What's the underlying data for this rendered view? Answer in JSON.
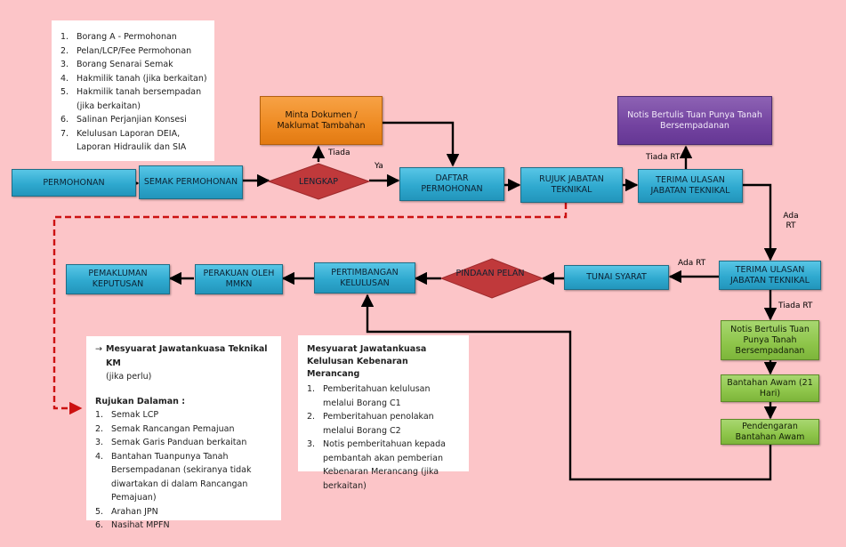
{
  "checklist": [
    "Borang A - Permohonan",
    "Pelan/LCP/Fee Permohonan",
    "Borang Senarai Semak",
    "Hakmilik tanah (jika berkaitan)",
    "Hakmilik tanah bersempadan (jika berkaitan)",
    "Salinan Perjanjian Konsesi",
    "Kelulusan Laporan DEIA, Laporan Hidraulik dan SIA"
  ],
  "nodes": {
    "permohonan": "PERMOHONAN",
    "semak": "SEMAK PERMOHONAN",
    "lengkap": "LENGKAP",
    "minta": "Minta Dokumen / Maklumat Tambahan",
    "daftar": "DAFTAR PERMOHONAN",
    "rujuk": "RUJUK JABATAN TEKNIKAL",
    "terima1": "TERIMA ULASAN JABATAN TEKNIKAL",
    "notis_top": "Notis Bertulis Tuan Punya Tanah Bersempadanan",
    "terima2": "TERIMA ULASAN JABATAN TEKNIKAL",
    "tunai": "TUNAI SYARAT",
    "pindaan": "PINDAAN PELAN",
    "pertimbangan": "PERTIMBANGAN KELULUSAN",
    "perakuan": "PERAKUAN OLEH MMKN",
    "pemakluman": "PEMAKLUMAN KEPUTUSAN",
    "notis_green": "Notis Bertulis Tuan Punya Tanah Bersempadanan",
    "bantahan": "Bantahan Awam (21 Hari)",
    "pendengaran": "Pendengaran Bantahan Awam"
  },
  "labels": {
    "tiada1": "Tiada",
    "ya": "Ya",
    "tiada_rt1": "Tiada  RT",
    "ada_rt1": "Ada RT",
    "ada_rt2": "Ada RT",
    "tiada_rt2": "Tiada RT"
  },
  "notes_left": {
    "title": "Mesyuarat Jawatankuasa Teknikal KM",
    "subtitle": "(jika perlu)",
    "section": "Rujukan Dalaman :",
    "items": [
      "Semak LCP",
      "Semak Rancangan Pemajuan",
      "Semak Garis Panduan berkaitan",
      "Bantahan Tuanpunya Tanah Bersempadanan (sekiranya tidak diwartakan di dalam Rancangan Pemajuan)",
      "Arahan JPN",
      "Nasihat MPFN"
    ]
  },
  "notes_mid": {
    "title": "Mesyuarat Jawatankuasa Kelulusan Kebenaran Merancang",
    "items": [
      "Pemberitahuan kelulusan melalui Borang C1",
      "Pemberitahuan penolakan melalui Borang C2",
      "Notis pemberitahuan kepada pembantah akan pemberian Kebenaran Merancang (jika berkaitan)"
    ]
  },
  "colors": {
    "background": "#fcc5c8",
    "process": "#2fa9cf",
    "decision": "#c0393b",
    "request": "#ee8a22",
    "notice": "#7343a0",
    "public": "#8ec54a",
    "dashed": "#cc1111"
  }
}
